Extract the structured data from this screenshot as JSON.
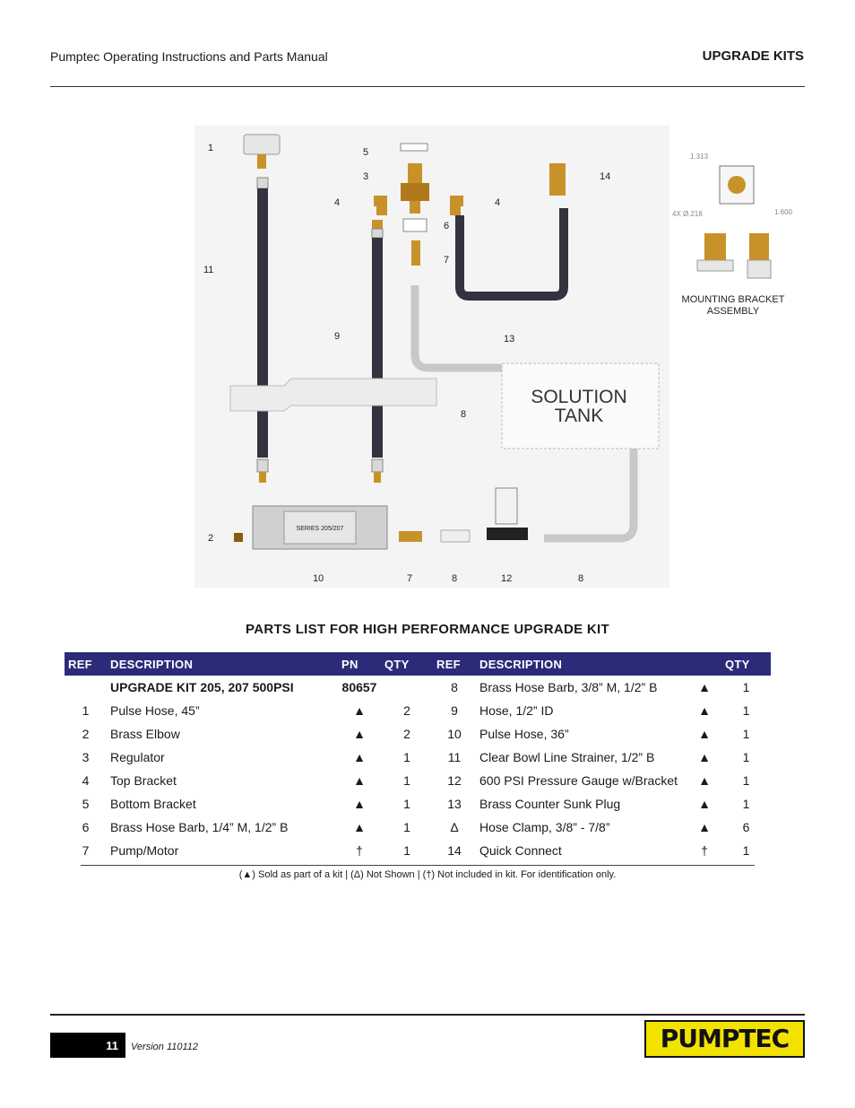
{
  "header": {
    "manual_title": "Pumptec Operating Instructions and Parts Manual",
    "section": "UPGRADE KITS"
  },
  "diagram": {
    "callouts": [
      "1",
      "2",
      "3",
      "4",
      "4",
      "5",
      "6",
      "7",
      "7",
      "8",
      "8",
      "8",
      "9",
      "10",
      "11",
      "12",
      "13",
      "14"
    ],
    "tank_line1": "SOLUTION",
    "tank_line2": "TANK",
    "mount_label_line1": "MOUNTING BRACKET",
    "mount_label_line2": "ASSEMBLY",
    "dim_width": "1.313",
    "dim_height": "1.600",
    "dim_hole": "4X Ø.218",
    "pump_label": "SERIES 205/207"
  },
  "parts_list": {
    "title": "PARTS LIST FOR HIGH PERFORMANCE UPGRADE KIT",
    "headers": [
      "REF",
      "DESCRIPTION",
      "PN",
      "QTY",
      "REF",
      "DESCRIPTION",
      "",
      "QTY"
    ],
    "kit_row": {
      "description": "UPGRADE KIT 205, 207  500PSI",
      "pn": "80657",
      "ref2": "8",
      "desc2": "Brass Hose Barb, 3/8” M, 1/2” B",
      "mark2": "▲",
      "qty2": "1"
    },
    "rows": [
      {
        "ref": "1",
        "desc": "Pulse Hose, 45”",
        "mark": "▲",
        "qty": "2",
        "ref2": "9",
        "desc2": "Hose, 1/2” ID",
        "mark2": "▲",
        "qty2": "1"
      },
      {
        "ref": "2",
        "desc": "Brass Elbow",
        "mark": "▲",
        "qty": "2",
        "ref2": "10",
        "desc2": "Pulse Hose, 36”",
        "mark2": "▲",
        "qty2": "1"
      },
      {
        "ref": "3",
        "desc": "Regulator",
        "mark": "▲",
        "qty": "1",
        "ref2": "11",
        "desc2": "Clear Bowl Line Strainer, 1/2” B",
        "mark2": "▲",
        "qty2": "1"
      },
      {
        "ref": "4",
        "desc": "Top Bracket",
        "mark": "▲",
        "qty": "1",
        "ref2": "12",
        "desc2": "600 PSI Pressure Gauge w/Bracket",
        "mark2": "▲",
        "qty2": "1"
      },
      {
        "ref": "5",
        "desc": "Bottom Bracket",
        "mark": "▲",
        "qty": "1",
        "ref2": "13",
        "desc2": "Brass Counter Sunk Plug",
        "mark2": "▲",
        "qty2": "1"
      },
      {
        "ref": "6",
        "desc": "Brass Hose Barb, 1/4” M, 1/2” B",
        "mark": "▲",
        "qty": "1",
        "ref2": "Δ",
        "desc2": "Hose Clamp, 3/8” - 7/8”",
        "mark2": "▲",
        "qty2": "6"
      },
      {
        "ref": "7",
        "desc": "Pump/Motor",
        "mark": "†",
        "qty": "1",
        "ref2": "14",
        "desc2": "Quick Connect",
        "mark2": "†",
        "qty2": "1"
      }
    ],
    "legend": "(▲) Sold as part of a kit | (Δ) Not Shown | (†) Not included in kit. For identification only."
  },
  "footer": {
    "page_number": "11",
    "version": "Version 110112",
    "logo_text": "PUMPTEC"
  },
  "colors": {
    "table_header": "#2b2b7a",
    "hose": "#33333f",
    "brass": "#c8922a",
    "logo_yellow": "#f2e200"
  }
}
